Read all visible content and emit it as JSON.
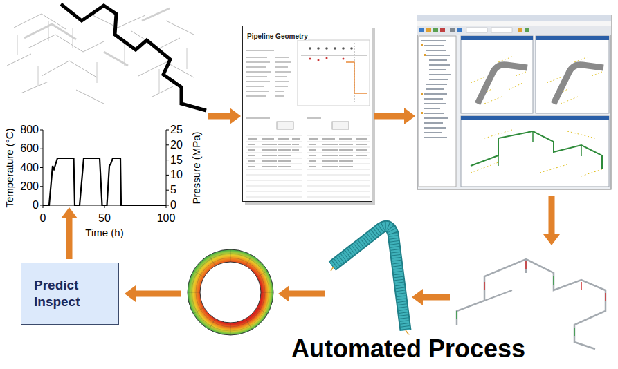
{
  "diagram": {
    "nodes": [
      {
        "text": [
          "Pipeline Geometry"
        ]
      },
      {
        "text": [
          "Predict Inspect"
        ]
      }
    ],
    "labels": [
      "800",
      "600",
      "400",
      "200",
      "0",
      "25",
      "20",
      "15",
      "10",
      "5",
      "0",
      "0",
      "50",
      "100",
      "Temperature (°C)",
      "Pressure (MPa)",
      "Time (h)",
      "Automated Process"
    ]
  }
}
